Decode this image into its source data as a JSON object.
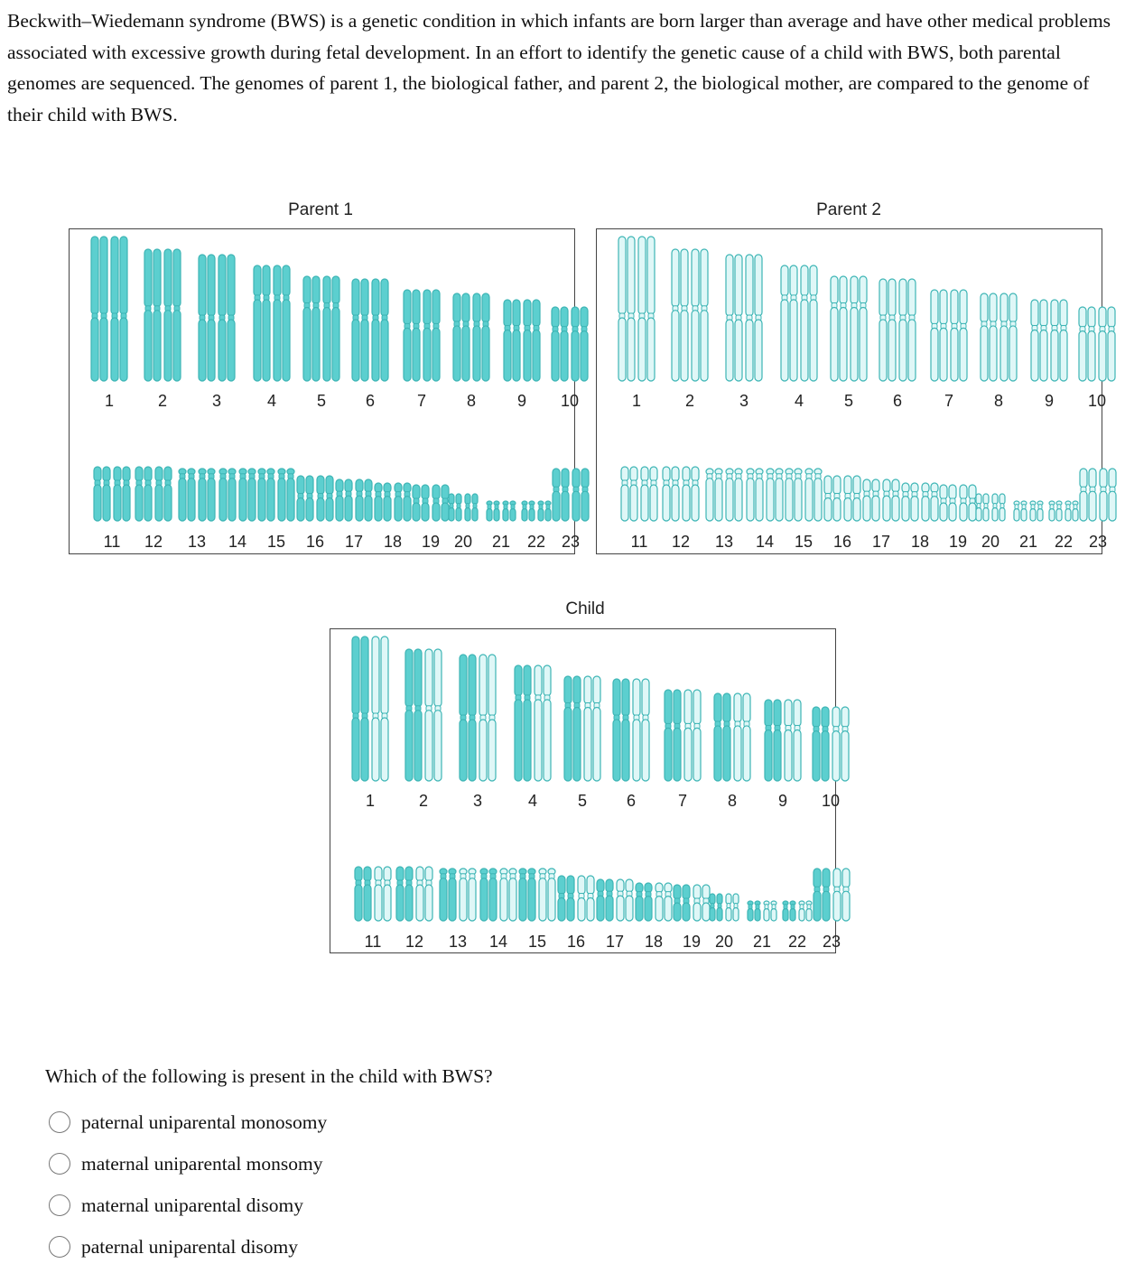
{
  "intro": "Beckwith–Wiedemann syndrome (BWS) is a genetic condition in which infants are born larger than average and have other medical problems associated with excessive growth during fetal development. In an effort to identify the genetic cause of a child with BWS, both parental genomes are sequenced. The genomes of parent 1, the biological father, and parent 2, the biological mother, are compared to the genome of their child with BWS.",
  "colors": {
    "parent1_fill": "#5ccfcf",
    "parent2_fill": "#dff7f7",
    "outline": "#3db5b5"
  },
  "karyotypes": {
    "parent1": {
      "title": "Parent 1",
      "row1_labels": [
        "1",
        "2",
        "3",
        "4",
        "5",
        "6",
        "7",
        "8",
        "9",
        "10"
      ],
      "row2_labels": [
        "11",
        "12",
        "13",
        "14",
        "15",
        "16",
        "17",
        "18",
        "19",
        "20",
        "21",
        "22",
        "23"
      ]
    },
    "parent2": {
      "title": "Parent 2",
      "row1_labels": [
        "1",
        "2",
        "3",
        "4",
        "5",
        "6",
        "7",
        "8",
        "9",
        "10"
      ],
      "row2_labels": [
        "11",
        "12",
        "13",
        "14",
        "15",
        "16",
        "17",
        "18",
        "19",
        "20",
        "21",
        "22",
        "23"
      ]
    },
    "child": {
      "title": "Child",
      "row1_labels": [
        "1",
        "2",
        "3",
        "4",
        "5",
        "6",
        "7",
        "8",
        "9",
        "10"
      ],
      "row2_labels": [
        "11",
        "12",
        "13",
        "14",
        "15",
        "16",
        "17",
        "18",
        "19",
        "20",
        "21",
        "22",
        "23"
      ]
    }
  },
  "question": "Which of the following is present in the child with BWS?",
  "options": [
    "paternal uniparental monosomy",
    "maternal uniparental monsomy",
    "maternal uniparental disomy",
    "paternal uniparental disomy"
  ]
}
